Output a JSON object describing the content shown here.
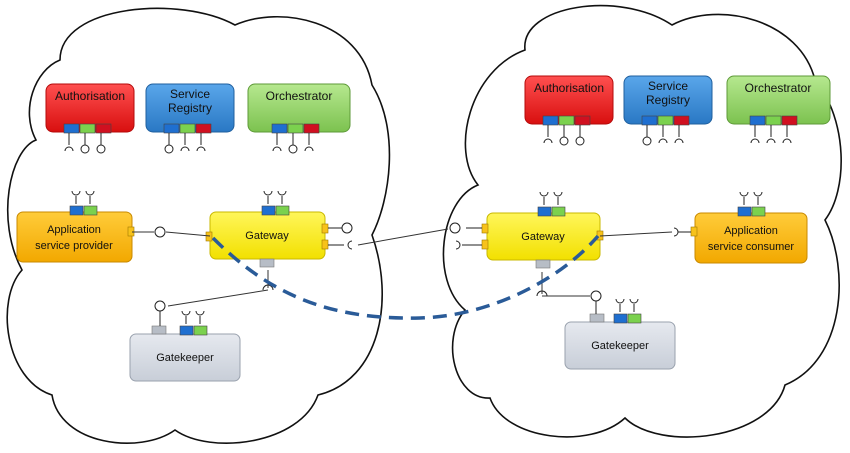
{
  "colors": {
    "authorisation": "#ee2222",
    "service_registry": "#3b8bd6",
    "orchestrator": "#93d06a",
    "gateway": "#ffee00",
    "app_system": "#fbb909",
    "gatekeeper": "#d6dbe4",
    "port_blue": "#1f6fd0",
    "port_green": "#7bd14e",
    "port_red": "#d01020",
    "port_yellow": "#f7c21b",
    "port_grey": "#b7bdc6",
    "dashed_link": "#2a5b98"
  },
  "left_cloud": {
    "authorisation": {
      "label": "Authorisation"
    },
    "service_registry": {
      "line1": "Service",
      "line2": "Registry"
    },
    "orchestrator": {
      "label": "Orchestrator"
    },
    "provider": {
      "line1": "Application",
      "line2": "service provider"
    },
    "gateway": {
      "label": "Gateway"
    },
    "gatekeeper": {
      "label": "Gatekeeper"
    }
  },
  "right_cloud": {
    "authorisation": {
      "label": "Authorisation"
    },
    "service_registry": {
      "line1": "Service",
      "line2": "Registry"
    },
    "orchestrator": {
      "label": "Orchestrator"
    },
    "consumer": {
      "line1": "Application",
      "line2": "service consumer"
    },
    "gateway": {
      "label": "Gateway"
    },
    "gatekeeper": {
      "label": "Gatekeeper"
    }
  }
}
